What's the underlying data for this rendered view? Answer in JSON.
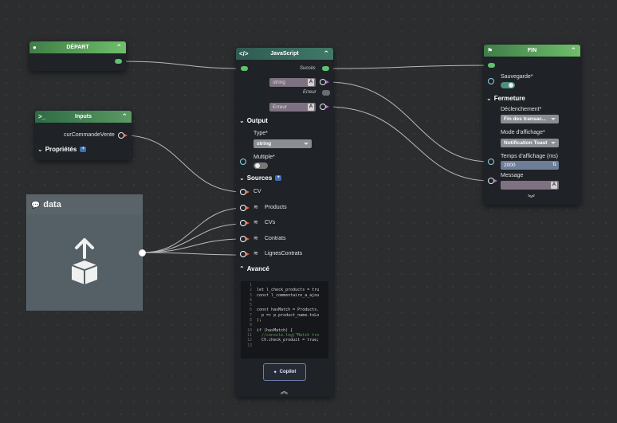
{
  "nodes": {
    "depart": {
      "title": "DÉPART"
    },
    "inputs": {
      "title": "Inputs",
      "field": "curCommandeVente",
      "properties": "Propriétés",
      "plus": "+"
    },
    "data": {
      "title": "data"
    },
    "javascript": {
      "title": "JavaScript",
      "success": "Succès",
      "string_placeholder": "string",
      "error": "Erreur",
      "error_placeholder": "Erreur",
      "a_badge": "A",
      "output_section": "Output",
      "type_label": "Type*",
      "type_value": "string",
      "multiple_label": "Multiple*",
      "sources_section": "Sources",
      "sources_plus": "+",
      "sources": [
        "CV",
        "Products",
        "CVs",
        "Contrats",
        "LignesContrats"
      ],
      "advanced_section": "Avancé",
      "code_lines": [
        {
          "n": "1",
          "t": ""
        },
        {
          "n": "2",
          "t": "let l_check_products = tru"
        },
        {
          "n": "3",
          "t": "const l_commentaire_a_ajou"
        },
        {
          "n": "4",
          "t": ""
        },
        {
          "n": "5",
          "t": ""
        },
        {
          "n": "6",
          "t": "const hasMatch = Products."
        },
        {
          "n": "7",
          "t": "  p => p.product_name.toLo"
        },
        {
          "n": "8",
          "t": ");"
        },
        {
          "n": "9",
          "t": ""
        },
        {
          "n": "10",
          "t": "if (hasMatch) {"
        },
        {
          "n": "11",
          "t": "  //console.log(\"Match tro"
        },
        {
          "n": "12",
          "t": "  CV.check_produit = true;"
        },
        {
          "n": "13",
          "t": ""
        }
      ],
      "copilot": "Copilot"
    },
    "fin": {
      "title": "FIN",
      "save_label": "Sauvegarde*",
      "closing_section": "Fermeture",
      "trigger_label": "Déclenchement*",
      "trigger_value": "Fin des transac...",
      "display_mode_label": "Mode d'affichage*",
      "display_mode_value": "Notification Toast",
      "display_time_label": "Temps d'affichage (ms)",
      "display_time_value": "2000",
      "message_label": "Message",
      "a_badge": "A"
    }
  },
  "colors": {
    "background": "#2b2d2f",
    "node": "#1f2226",
    "success_port": "#5ec36e",
    "accent_orange": "#e8643c",
    "accent_purple": "#b06ad6",
    "wire": "#cfd2d4"
  }
}
